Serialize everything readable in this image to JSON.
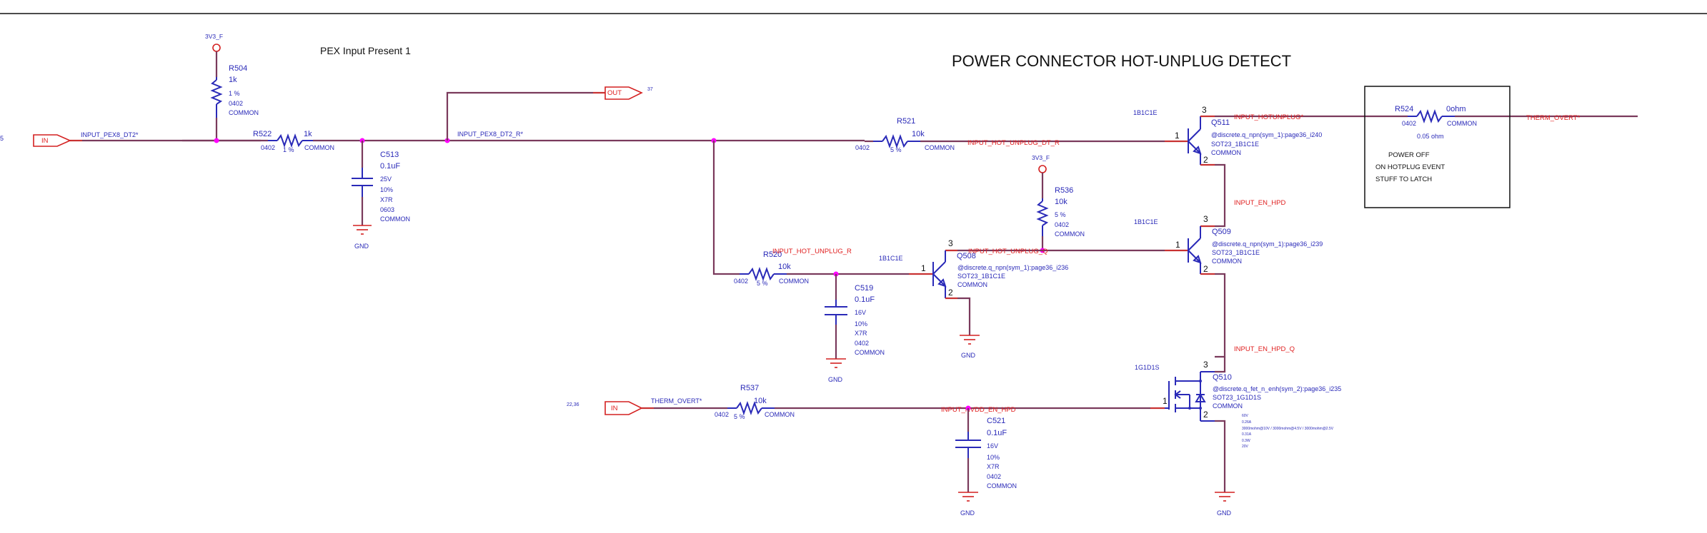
{
  "title": "POWER CONNECTOR HOT-UNPLUG DETECT",
  "subtitle": "PEX Input Present 1",
  "left_edge_mark": "5",
  "ports": [
    {
      "id": "in1",
      "type": "IN",
      "net": "INPUT_PEX8_DT2*"
    },
    {
      "id": "out1",
      "type": "OUT",
      "net": "INPUT_PEX8_DT2_R*",
      "ref": "37"
    },
    {
      "id": "in2",
      "type": "IN",
      "net": "THERM_OVERT*",
      "ref": "22,36"
    }
  ],
  "power": [
    {
      "id": "pwr_r504",
      "label": "3V3_F"
    },
    {
      "id": "pwr_r536",
      "label": "3V3_F"
    }
  ],
  "grounds": [
    "GND",
    "GND",
    "GND",
    "GND",
    "GND"
  ],
  "nets": {
    "pex8_dt2": "INPUT_PEX8_DT2*",
    "pex8_dt2_r": "INPUT_PEX8_DT2_R*",
    "hot_unplug_dt_r": "INPUT_HOT_UNPLUG_DT_R",
    "hotunplug": "INPUT_HOTUNPLUG*",
    "therm_overt_out": "THERM_OVERT*",
    "en_hpd": "INPUT_EN_HPD",
    "hot_unplug_r": "INPUT_HOT_UNPLUG_R",
    "hot_unplug_q": "INPUT_HOT_UNPLUG_Q",
    "en_hpd_q": "INPUT_EN_HPD_Q",
    "nvdd_en_hpd": "INPUT_NVDD_EN_HPD",
    "therm_overt_in": "THERM_OVERT*"
  },
  "resistors": {
    "R504": {
      "ref": "R504",
      "value": "1k",
      "tol": "1 %",
      "pkg": "0402",
      "opt": "COMMON"
    },
    "R522": {
      "ref": "R522",
      "value": "1k",
      "tol": "1 %",
      "pkg": "0402",
      "opt": "COMMON"
    },
    "R521": {
      "ref": "R521",
      "value": "10k",
      "tol": "5 %",
      "pkg": "0402",
      "opt": "COMMON"
    },
    "R520": {
      "ref": "R520",
      "value": "10k",
      "tol": "5 %",
      "pkg": "0402",
      "opt": "COMMON"
    },
    "R536": {
      "ref": "R536",
      "value": "10k",
      "tol": "5 %",
      "pkg": "0402",
      "opt": "COMMON"
    },
    "R537": {
      "ref": "R537",
      "value": "10k",
      "tol": "5 %",
      "pkg": "0402",
      "opt": "COMMON"
    },
    "R524": {
      "ref": "R524",
      "value": "0ohm",
      "pkg": "0402",
      "opt": "COMMON",
      "note": "0.05 ohm"
    }
  },
  "capacitors": {
    "C513": {
      "ref": "C513",
      "value": "0.1uF",
      "volt": "25V",
      "tol": "10%",
      "diel": "X7R",
      "pkg": "0603",
      "opt": "COMMON"
    },
    "C519": {
      "ref": "C519",
      "value": "0.1uF",
      "volt": "16V",
      "tol": "10%",
      "diel": "X7R",
      "pkg": "0402",
      "opt": "COMMON"
    },
    "C521": {
      "ref": "C521",
      "value": "0.1uF",
      "volt": "16V",
      "tol": "10%",
      "diel": "X7R",
      "pkg": "0402",
      "opt": "COMMON"
    }
  },
  "transistors": {
    "Q511": {
      "ref": "Q511",
      "pinmap": "1B1C1E",
      "part": "@discrete.q_npn(sym_1):page36_i240",
      "pkg": "SOT23_1B1C1E",
      "opt": "COMMON",
      "pins": [
        "1",
        "2",
        "3"
      ]
    },
    "Q509": {
      "ref": "Q509",
      "pinmap": "1B1C1E",
      "part": "@discrete.q_npn(sym_1):page36_i239",
      "pkg": "SOT23_1B1C1E",
      "opt": "COMMON",
      "pins": [
        "1",
        "2",
        "3"
      ]
    },
    "Q508": {
      "ref": "Q508",
      "pinmap": "1B1C1E",
      "part": "@discrete.q_npn(sym_1):page36_i236",
      "pkg": "SOT23_1B1C1E",
      "opt": "COMMON",
      "pins": [
        "1",
        "2",
        "3"
      ]
    },
    "Q510": {
      "ref": "Q510",
      "pinmap": "1G1D1S",
      "part": "@discrete.q_fet_n_enh(sym_2):page36_i235",
      "pkg": "SOT23_1G1D1S",
      "opt": "COMMON",
      "pins": [
        "1",
        "2",
        "3"
      ],
      "specs": [
        "60V",
        "0.26A",
        "3000mohm@10V / 3000mohm@4.5V / 3000mohm@2.5V",
        "0.31A",
        "0.3W",
        "20V"
      ]
    }
  },
  "note_box": [
    "POWER OFF",
    "ON HOTPLUG EVENT",
    "STUFF TO LATCH"
  ]
}
